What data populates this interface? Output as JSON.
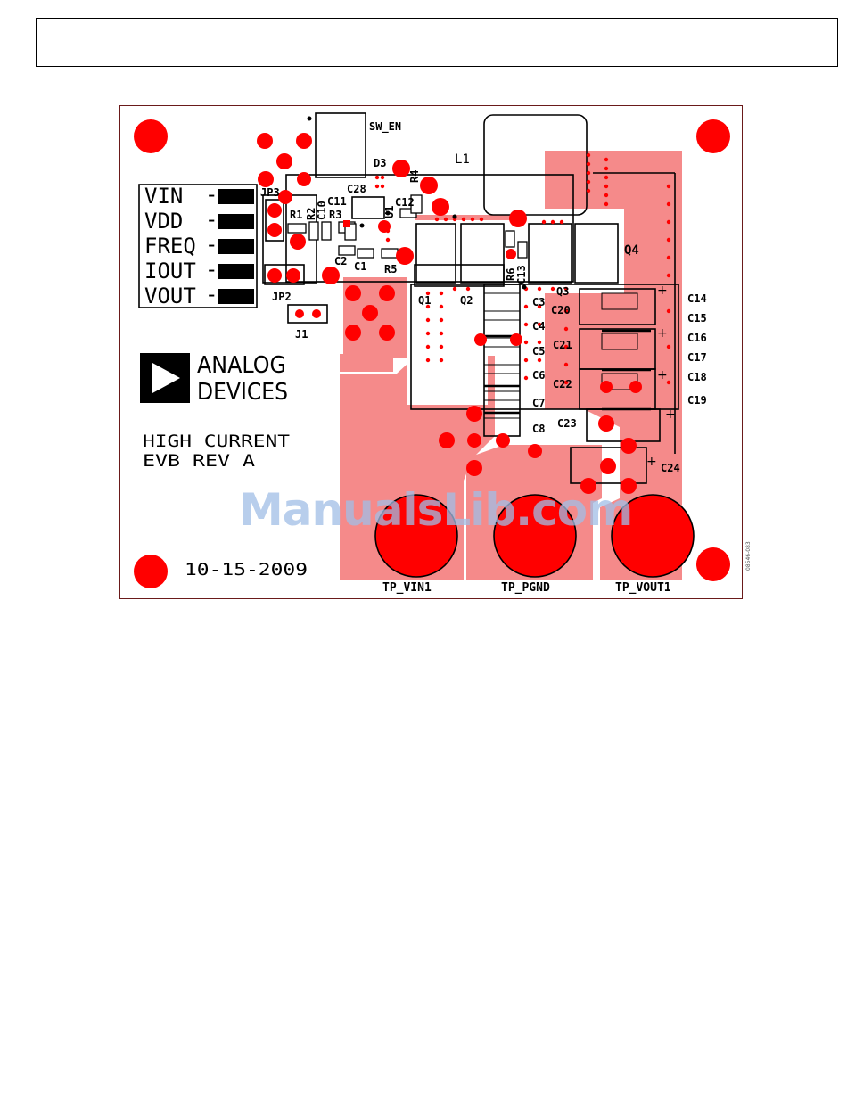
{
  "board": {
    "pin_labels": [
      "VIN",
      "VDD",
      "FREQ",
      "IOUT",
      "VOUT"
    ],
    "pin_suffix": "-",
    "brand_line1": "ANALOG",
    "brand_line2": "DEVICES",
    "title_line1": "HIGH CURRENT",
    "title_line2": "EVB REV A",
    "date": "10-15-2009",
    "designators": {
      "sw_en": "SW_EN",
      "d3": "D3",
      "l1": "L1",
      "r4": "R4",
      "jp3": "JP3",
      "c28": "C28",
      "c11": "C11",
      "c12": "C12",
      "r1": "R1",
      "r2": "R2",
      "c10": "C10",
      "r3": "R3",
      "u1": "U1",
      "c2": "C2",
      "c1": "C1",
      "r5": "R5",
      "jp2": "JP2",
      "j1": "J1",
      "q1": "Q1",
      "q2": "Q2",
      "r6": "R6",
      "c13": "C13",
      "q3": "Q3",
      "q4": "Q4",
      "c3": "C3",
      "c4": "C4",
      "c5": "C5",
      "c6": "C6",
      "c7": "C7",
      "c8": "C8",
      "c20": "C20",
      "c21": "C21",
      "c22": "C22",
      "c23": "C23",
      "c24": "C24",
      "c14": "C14",
      "c15": "C15",
      "c16": "C16",
      "c17": "C17",
      "c18": "C18",
      "c19": "C19",
      "tp_vin1": "TP_VIN1",
      "tp_pgnd": "TP_PGND",
      "tp_vout1": "TP_VOUT1"
    },
    "plus_mark": "+"
  },
  "figure_code": "08546-083",
  "watermark": "ManualsLib.com",
  "colors": {
    "copper_light": "#f58a8a",
    "pad_red": "#ff0000",
    "outline": "#000000"
  }
}
